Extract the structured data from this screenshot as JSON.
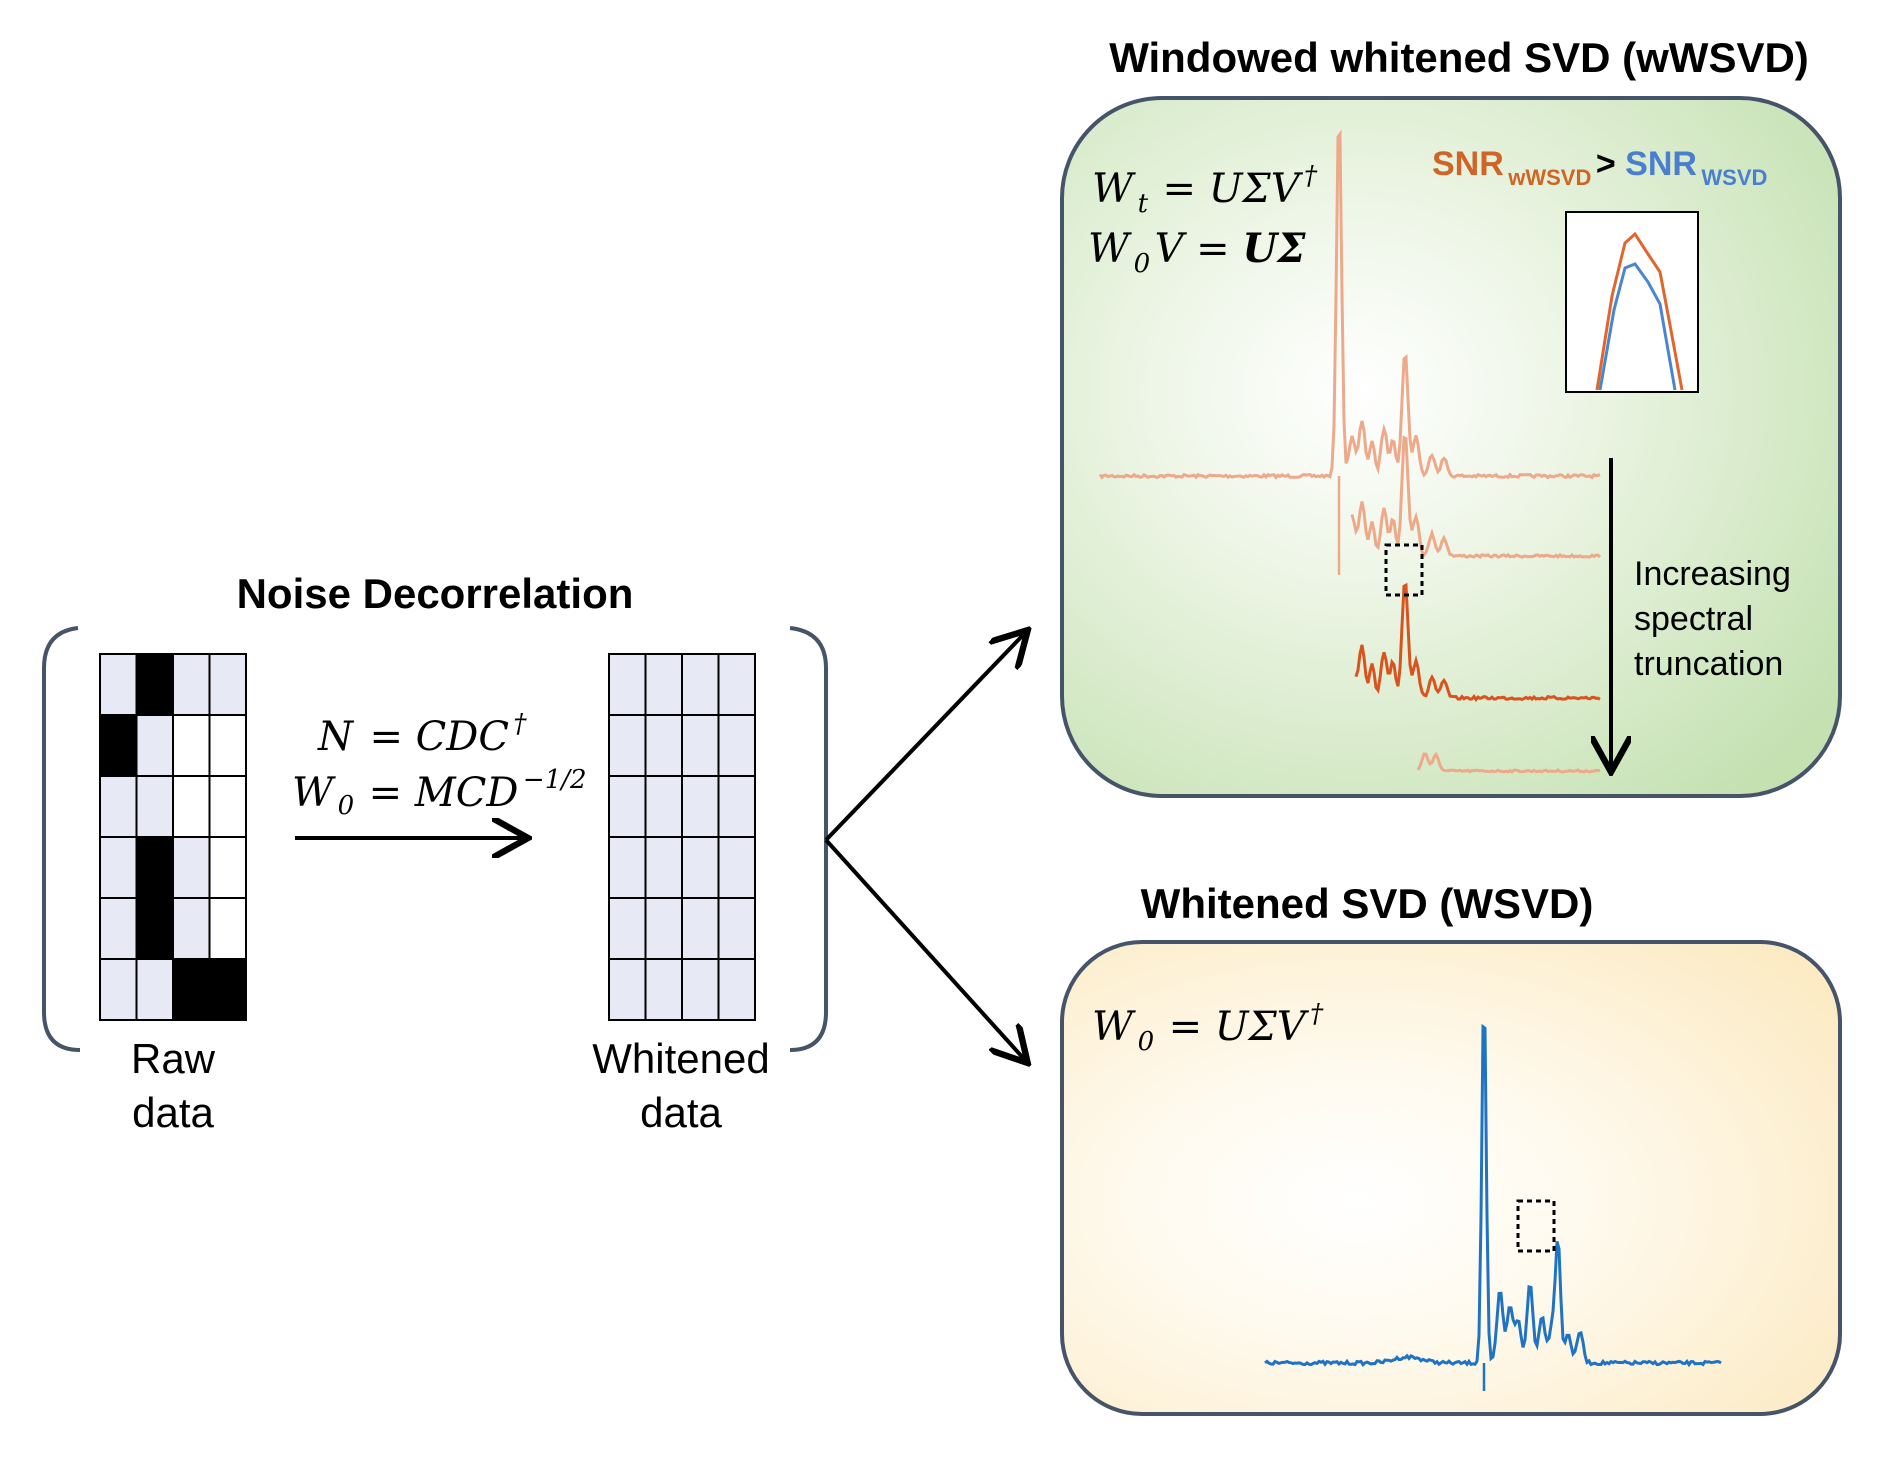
{
  "noise_decorrelation": {
    "title": "Noise Decorrelation",
    "eq1": {
      "lhs": "N",
      "rhs": "= CDC",
      "sup": "†"
    },
    "eq2": {
      "lhs": "W",
      "sub": "0",
      "rhs": "= MCD",
      "sup": "−1/2"
    },
    "raw_label": [
      "Raw",
      "data"
    ],
    "whitened_label": [
      "Whitened",
      "data"
    ]
  },
  "raw_matrix": {
    "rows": 6,
    "cols": 4,
    "black_cells": [
      [
        0,
        1
      ],
      [
        1,
        0
      ],
      [
        3,
        1
      ],
      [
        4,
        1
      ],
      [
        5,
        2
      ],
      [
        5,
        3
      ]
    ],
    "white_cells": [
      [
        1,
        2
      ],
      [
        1,
        3
      ],
      [
        2,
        2
      ],
      [
        2,
        3
      ],
      [
        3,
        3
      ],
      [
        4,
        3
      ]
    ]
  },
  "whitened_matrix": {
    "rows": 6,
    "cols": 4
  },
  "wwsvd": {
    "title": "Windowed whitened SVD (wWSVD)",
    "eq1": {
      "lhs": "W",
      "sub": "t",
      "rhs": "= UΣV",
      "sup": "†"
    },
    "eq2": {
      "lhs": "W",
      "sub": "0",
      "mid": "V = ",
      "bold": "UΣ"
    },
    "snr": {
      "a": "SNR",
      "a_sub": "wWSVD",
      "op": " > ",
      "b": "SNR",
      "b_sub": "WSVD"
    },
    "truncation_label": [
      "Increasing",
      "spectral",
      "truncation"
    ]
  },
  "wsvd": {
    "title": "Whitened SVD (WSVD)",
    "eq": {
      "lhs": "W",
      "sub": "0",
      "rhs": "= UΣV",
      "sup": "†"
    }
  },
  "colors": {
    "orange_dark": "#d9531e",
    "orange_light": "#eda98a",
    "blue": "#1f73c4",
    "blue_inset": "#4a86d0",
    "snr_orange": "#d06424",
    "snr_blue": "#4a7fd0",
    "panel_border": "#46546a",
    "cell_fill": "#e7e9f5",
    "green_panel": "#c5e1b2",
    "yellow_panel": "#fbe9bf"
  }
}
